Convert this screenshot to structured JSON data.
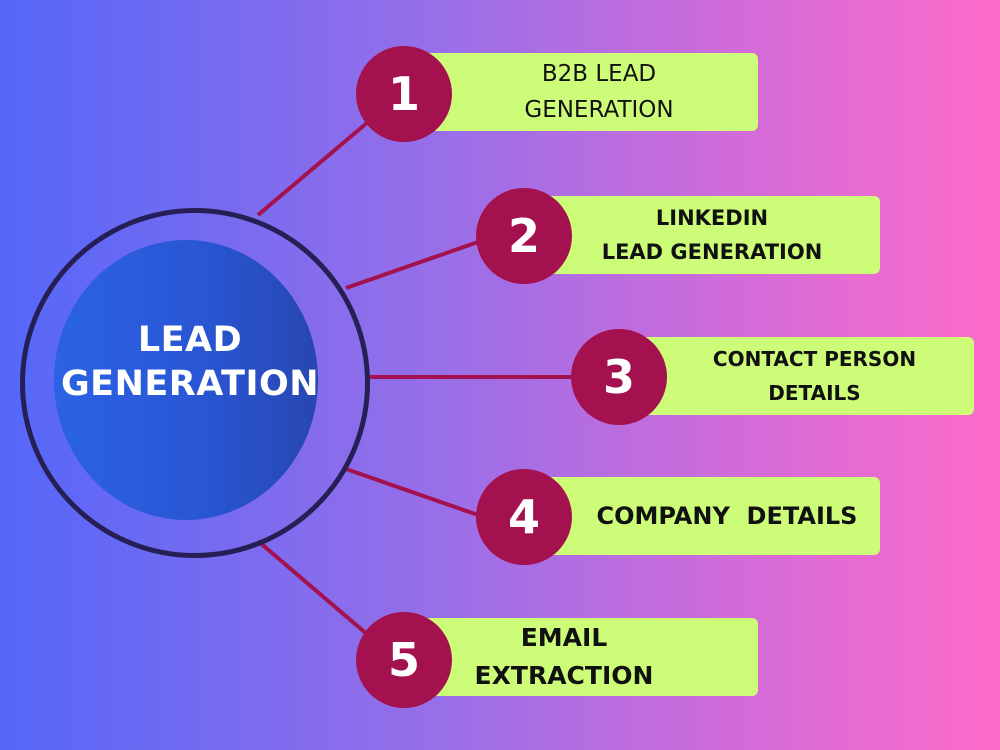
{
  "hub": {
    "line1": "LEAD",
    "line2": "GENERATION"
  },
  "items": [
    {
      "number": "1",
      "line1": "B2B LEAD",
      "line2": "GENERATION"
    },
    {
      "number": "2",
      "line1": "LINKEDIN",
      "line2": "LEAD GENERATION"
    },
    {
      "number": "3",
      "line1": "CONTACT PERSON",
      "line2": "DETAILS"
    },
    {
      "number": "4",
      "line1": "COMPANY  DETAILS",
      "line2": ""
    },
    {
      "number": "5",
      "line1": "EMAIL",
      "line2": "EXTRACTION"
    }
  ],
  "colors": {
    "background_start": "#5467f8",
    "background_end": "#fe6bc9",
    "hub_fill": "#2956d4",
    "hub_ring": "#251f55",
    "badge": "#a3114e",
    "box": "#cdfd78",
    "connector": "#a3114e"
  }
}
